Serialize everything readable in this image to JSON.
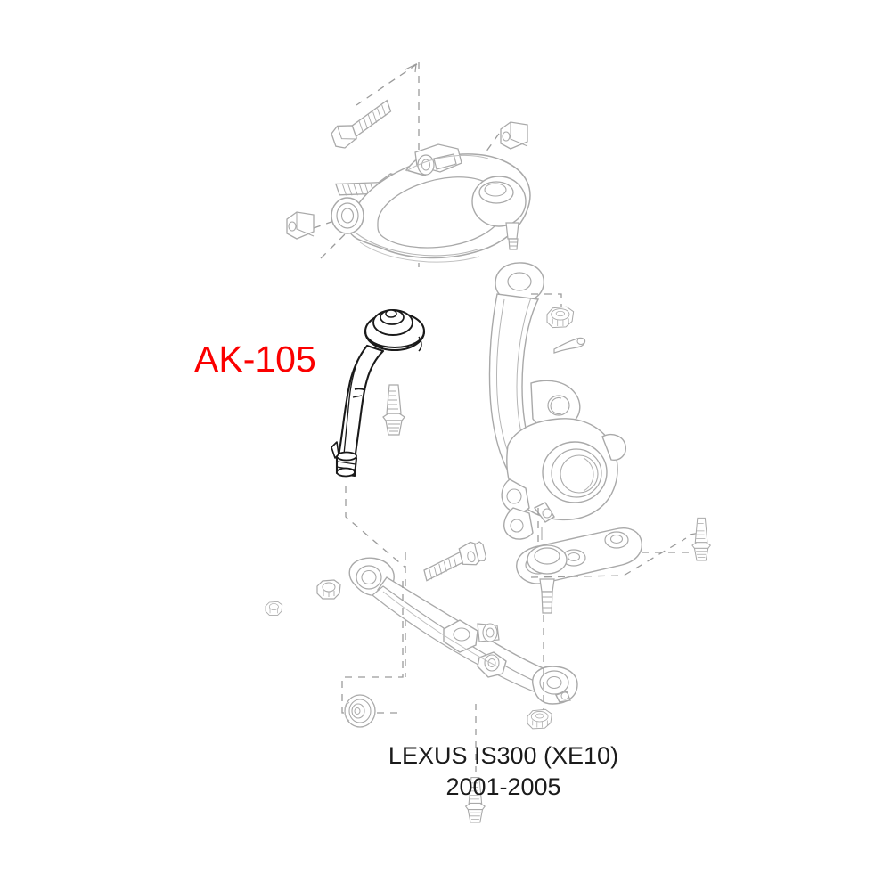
{
  "diagram": {
    "background_color": "#ffffff",
    "line_color": "#a9a9a9",
    "highlight_line_color": "#1a1a1a",
    "label_color": "#fb0000",
    "caption_color": "#1b1b1b",
    "part_label": "AK-105",
    "vehicle_line1": "LEXUS IS300 (XE10)",
    "vehicle_line2": "2001-2005",
    "components": [
      {
        "name": "upper-control-arm",
        "label": "Upper Control Arm"
      },
      {
        "name": "upper-arm-bolt-long",
        "label": "Upper Arm Bolt"
      },
      {
        "name": "upper-arm-bolt-short",
        "label": "Upper Arm Bolt"
      },
      {
        "name": "upper-arm-bushing-left",
        "label": "Bushing Bracket"
      },
      {
        "name": "upper-arm-bushing-right",
        "label": "Bushing Bracket"
      },
      {
        "name": "steering-knuckle",
        "label": "Steering Knuckle"
      },
      {
        "name": "knuckle-castle-nut",
        "label": "Castle Nut"
      },
      {
        "name": "cotter-pin",
        "label": "Cotter Pin"
      },
      {
        "name": "tie-rod-end",
        "label": "AK-105 Tie Rod End"
      },
      {
        "name": "tie-rod-flange-bolt",
        "label": "Flange Bolt"
      },
      {
        "name": "lower-control-arm",
        "label": "Lower Control Arm"
      },
      {
        "name": "lower-arm-bolt",
        "label": "Lower Arm Bolt"
      },
      {
        "name": "lower-arm-nut-small",
        "label": "Nut"
      },
      {
        "name": "lower-arm-nut-medium",
        "label": "Nut"
      },
      {
        "name": "lower-arm-washer",
        "label": "Washer"
      },
      {
        "name": "lower-ball-joint",
        "label": "Lower Ball Joint"
      },
      {
        "name": "ball-joint-bolt",
        "label": "Ball Joint Bolt"
      },
      {
        "name": "ball-joint-castle-nut",
        "label": "Castle Nut"
      },
      {
        "name": "bottom-flange-bolt",
        "label": "Flange Bolt"
      }
    ]
  }
}
